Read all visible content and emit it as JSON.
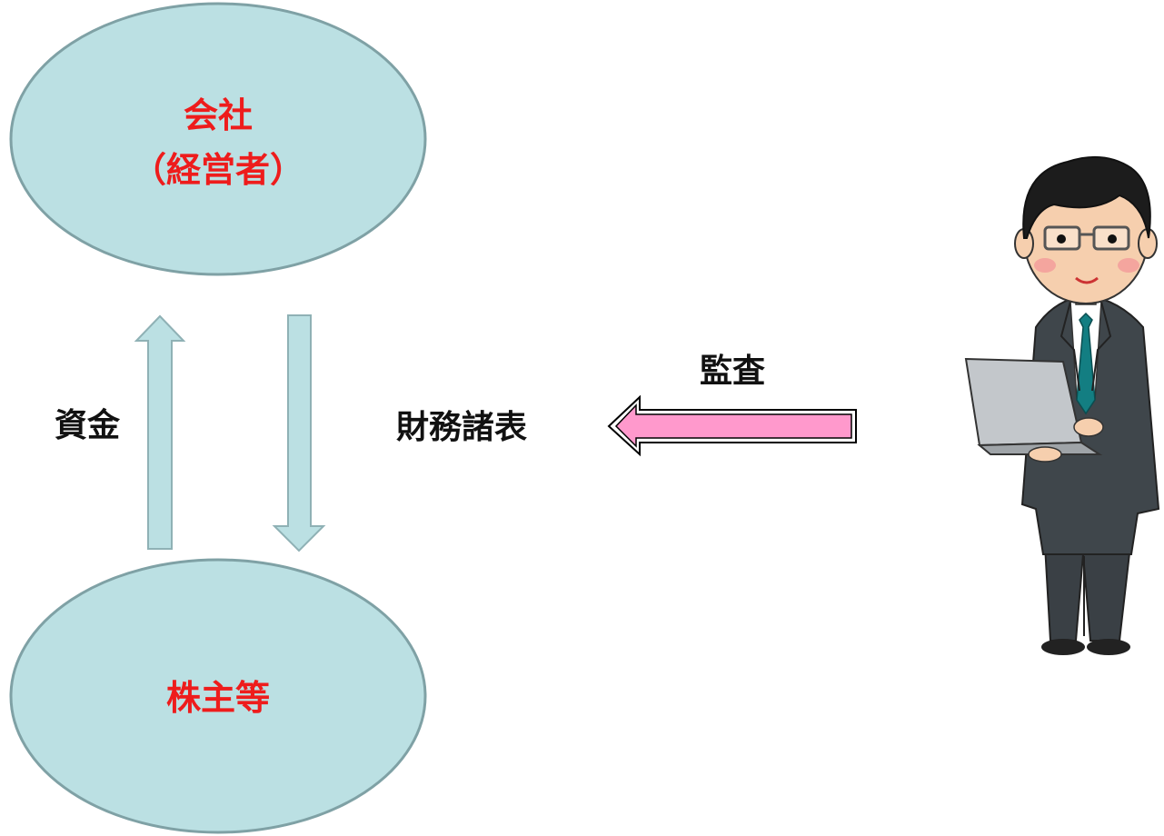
{
  "nodes": {
    "company": {
      "line1": "会社",
      "line2": "（経営者）"
    },
    "shareholders": {
      "label": "株主等"
    }
  },
  "edges": {
    "funds": {
      "label": "資金"
    },
    "financial_statements": {
      "label": "財務諸表"
    },
    "audit": {
      "label": "監査"
    }
  },
  "colors": {
    "ellipse_fill": "#bbe0e3",
    "ellipse_stroke": "#7fa1a5",
    "arrow_fill": "#bbe0e3",
    "arrow_stroke": "#8fb1b5",
    "audit_arrow_fill": "#ff99cc",
    "audit_arrow_stroke": "#000000",
    "node_text": "#ee1c1c",
    "label_text": "#111111"
  },
  "illustration": {
    "icon": "businessman-with-laptop-icon"
  }
}
